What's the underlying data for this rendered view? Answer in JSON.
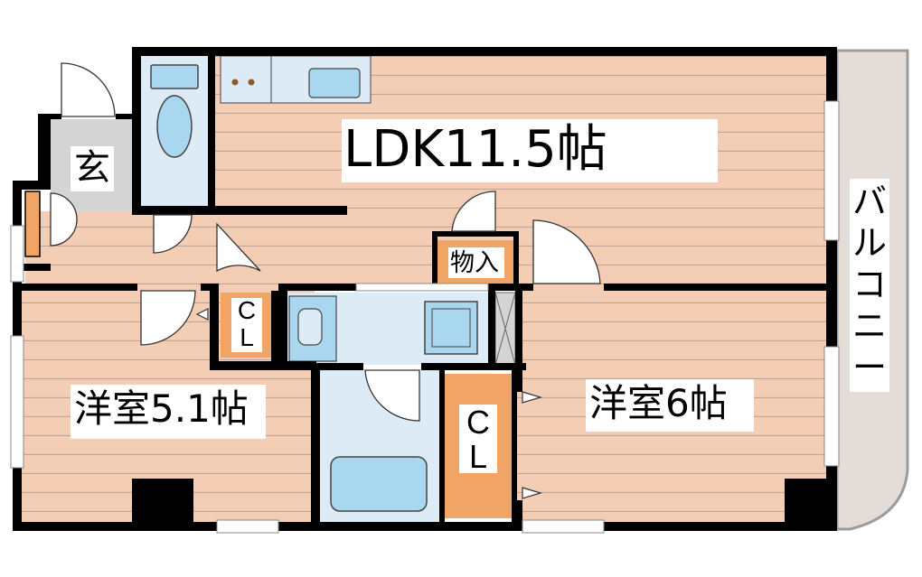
{
  "floorplan": {
    "rooms": {
      "ldk": "LDK11.5帖",
      "western_room_left": "洋室5.1帖",
      "western_room_right": "洋室6帖",
      "entrance": "玄",
      "storage": "物入",
      "closet_small": [
        "C",
        "L"
      ],
      "closet_large": [
        "C",
        "L"
      ],
      "balcony": [
        "バ",
        "ル",
        "コ",
        "ニ",
        "ー"
      ]
    },
    "colors": {
      "floor_wood": "#f3cdb4",
      "wood_lines": "#bfa697",
      "wet_area": "#dcebf6",
      "fixture": "#a9d7f0",
      "closet_orange": "#f0a465",
      "entrance_gray": "#d4d4d4",
      "balcony": "#e4dcd6",
      "wall": "#000000"
    }
  }
}
